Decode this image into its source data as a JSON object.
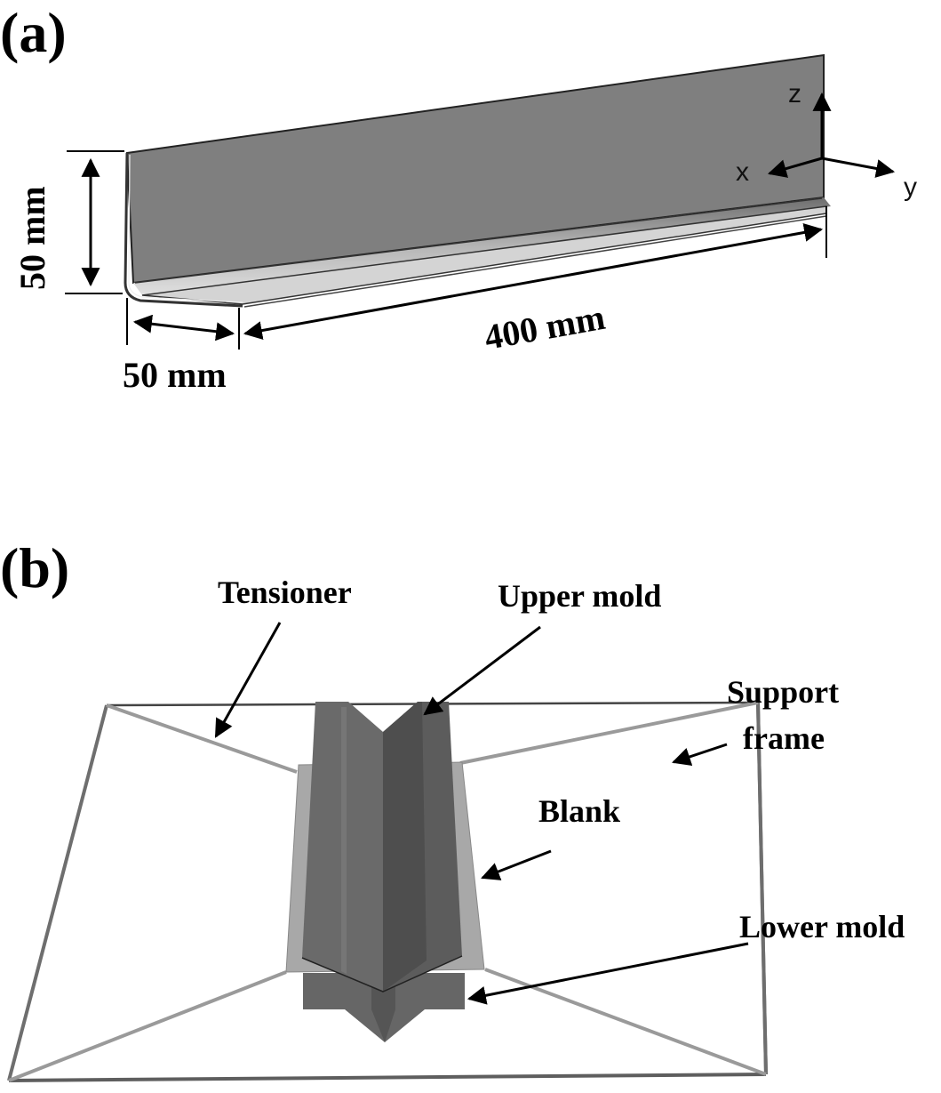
{
  "panel_a": {
    "label": "(a)",
    "dim_height": "50 mm",
    "dim_width": "50 mm",
    "dim_length": "400 mm",
    "axes": {
      "z": "z",
      "x": "x",
      "y": "y"
    }
  },
  "panel_b": {
    "label": "(b)",
    "callouts": {
      "tensioner": "Tensioner",
      "upper_mold": "Upper mold",
      "support_frame_1": "Support",
      "support_frame_2": "frame",
      "blank": "Blank",
      "lower_mold": "Lower mold"
    }
  },
  "colors": {
    "web": "#7f7f7f",
    "flange": "#d4d4d4",
    "mold_light": "#6a6a6a",
    "mold_dark": "#505050",
    "blank": "#a8a8a8",
    "frame": "#6e6e6e",
    "tensioner": "#9a9a9a"
  }
}
